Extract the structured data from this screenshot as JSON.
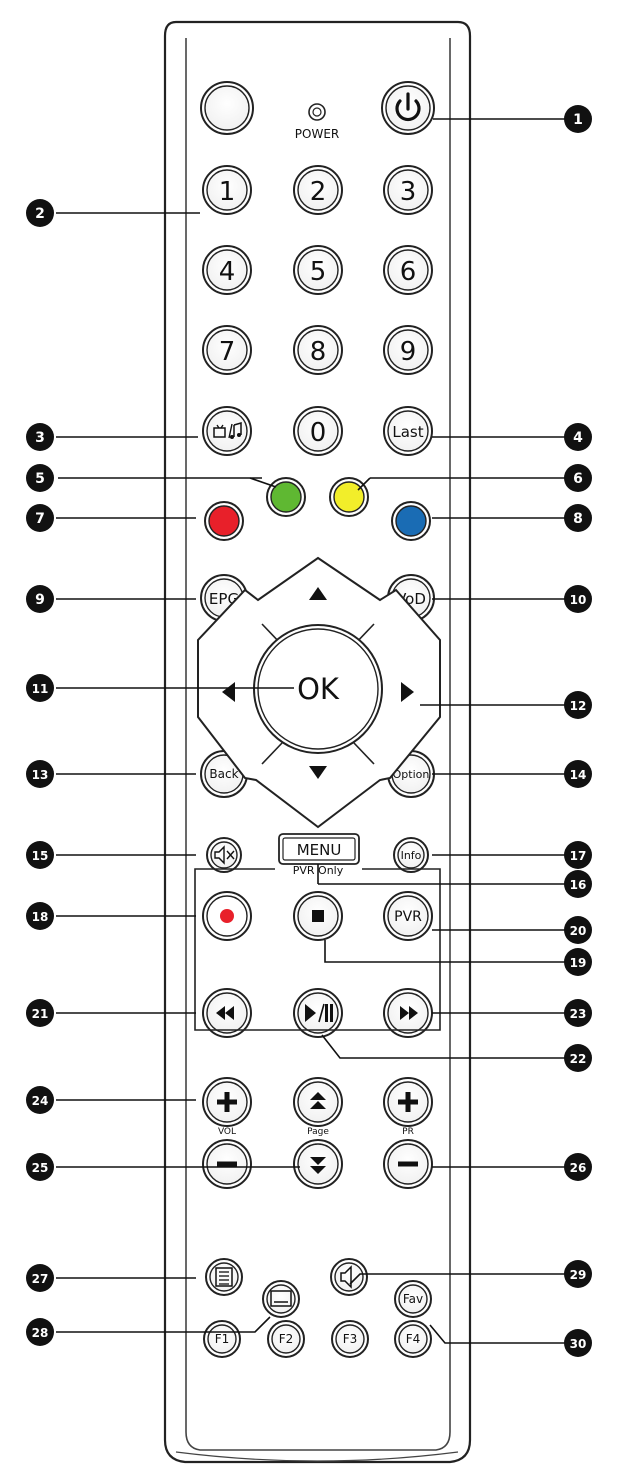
{
  "remote": {
    "power_label": "POWER",
    "pvr_only_label": "PVR Only",
    "vol_label": "VOL",
    "page_label": "Page",
    "pr_label": "PR",
    "colors": {
      "green": "#5fb832",
      "yellow": "#f2ee2a",
      "red": "#e8202a",
      "blue": "#1a6cb4",
      "record": "#e8202a"
    },
    "buttons": {
      "digit_1": "1",
      "digit_2": "2",
      "digit_3": "3",
      "digit_4": "4",
      "digit_5": "5",
      "digit_6": "6",
      "digit_7": "7",
      "digit_8": "8",
      "digit_9": "9",
      "digit_0": "0",
      "last": "Last",
      "epg": "EPG",
      "vod": "VoD",
      "ok": "OK",
      "back": "Back",
      "option": "Option",
      "menu": "MENU",
      "info": "Info",
      "pvr": "PVR",
      "fav": "Fav",
      "f1": "F1",
      "f2": "F2",
      "f3": "F3",
      "f4": "F4"
    },
    "icons": {
      "power": "power-icon",
      "tv_radio": "tv-radio-icon",
      "mute": "mute-icon",
      "stop": "stop-icon",
      "play_pause": "play-pause-icon",
      "rewind": "rewind-icon",
      "fast_forward": "fast-forward-icon",
      "page_up": "page-up-icon",
      "page_down": "page-down-icon",
      "teletext": "teletext-icon",
      "subtitle": "subtitle-icon",
      "audio": "audio-icon"
    }
  },
  "callouts": [
    "1",
    "2",
    "3",
    "4",
    "5",
    "6",
    "7",
    "8",
    "9",
    "10",
    "11",
    "12",
    "13",
    "14",
    "15",
    "16",
    "17",
    "18",
    "19",
    "20",
    "21",
    "22",
    "23",
    "24",
    "25",
    "26",
    "27",
    "28",
    "29",
    "30"
  ]
}
